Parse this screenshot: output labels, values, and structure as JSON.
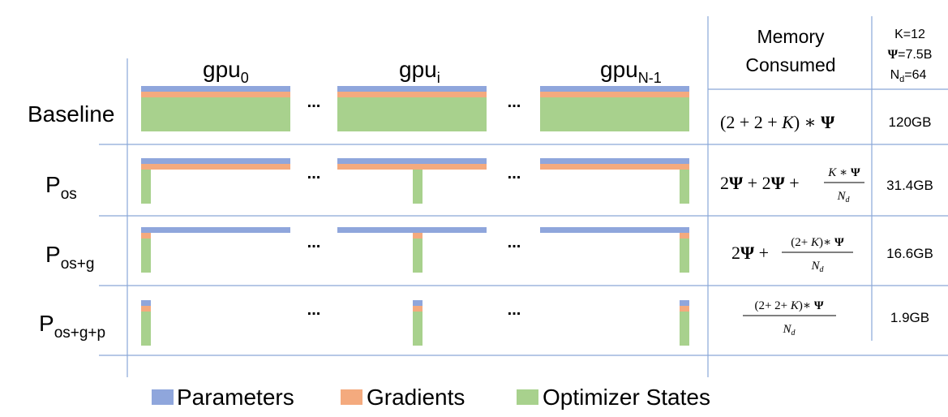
{
  "colors": {
    "parameters": "#8fa6dc",
    "gradients": "#f4aa7e",
    "optimizer": "#a8d18d",
    "grid": "#8aa8d8"
  },
  "header": {
    "gpus": [
      {
        "base": "gpu",
        "sub": "0"
      },
      {
        "base": "gpu",
        "sub": "i"
      },
      {
        "base": "gpu",
        "sub": "N-1"
      }
    ],
    "ellipsis": "...",
    "memory_title_line1": "Memory",
    "memory_title_line2": "Consumed",
    "params": {
      "k": "K=12",
      "psi_symbol": "Ψ",
      "psi_value": "=7.5B",
      "nd_base": "N",
      "nd_sub": "d",
      "nd_value": "=64"
    }
  },
  "rows": [
    {
      "label_base": "Baseline",
      "label_sub": "",
      "memory": "120GB",
      "formula": "(2 + 2 + K) ∗ Ψ"
    },
    {
      "label_base": "P",
      "label_sub": "os",
      "memory": "31.4GB",
      "formula": "2Ψ + 2Ψ + (K ∗ Ψ)/N_d"
    },
    {
      "label_base": "P",
      "label_sub": "os+g",
      "memory": "16.6GB",
      "formula": "2Ψ + ((2+ K)∗ Ψ)/N_d"
    },
    {
      "label_base": "P",
      "label_sub": "os+g+p",
      "memory": "1.9GB",
      "formula": "((2+ 2+ K)∗ Ψ)/N_d"
    }
  ],
  "legend": [
    {
      "label": "Parameters",
      "color_key": "parameters"
    },
    {
      "label": "Gradients",
      "color_key": "gradients"
    },
    {
      "label": "Optimizer States",
      "color_key": "optimizer"
    }
  ]
}
